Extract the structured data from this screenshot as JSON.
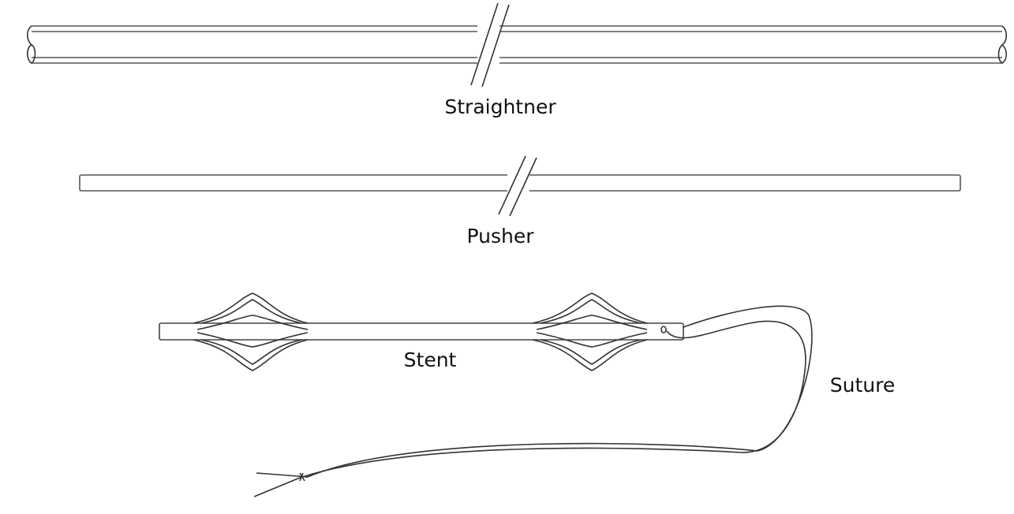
{
  "diagram": {
    "labels": {
      "straightener": "Straightner",
      "pusher": "Pusher",
      "stent": "Stent",
      "suture": "Suture"
    }
  }
}
